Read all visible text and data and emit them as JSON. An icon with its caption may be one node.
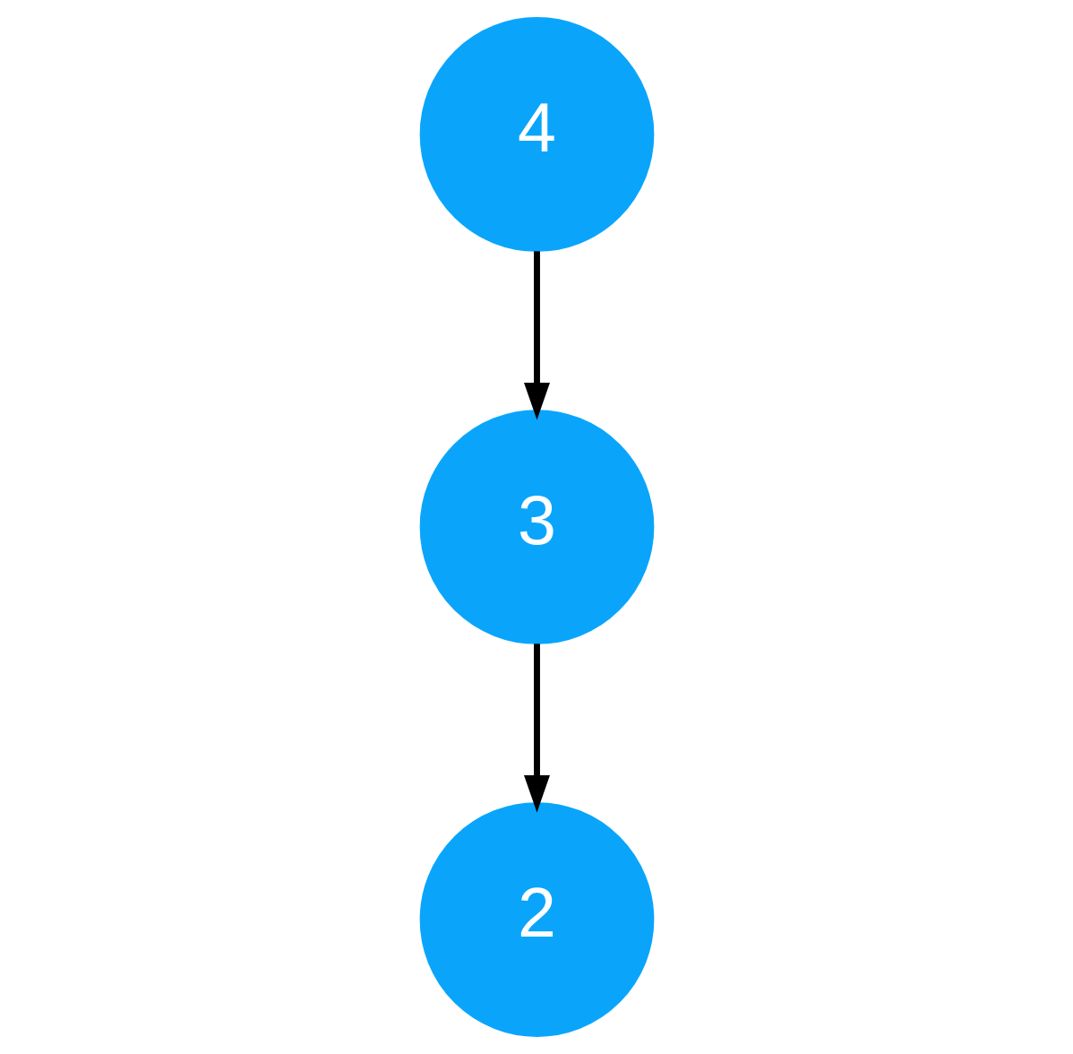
{
  "diagram": {
    "nodes": [
      {
        "text": [
          "4"
        ]
      },
      {
        "text": [
          "3"
        ]
      },
      {
        "text": [
          "2"
        ]
      }
    ],
    "edges": [
      {
        "from": 0,
        "to": 1,
        "arrow": "to"
      },
      {
        "from": 1,
        "to": 2,
        "arrow": "to"
      }
    ]
  }
}
